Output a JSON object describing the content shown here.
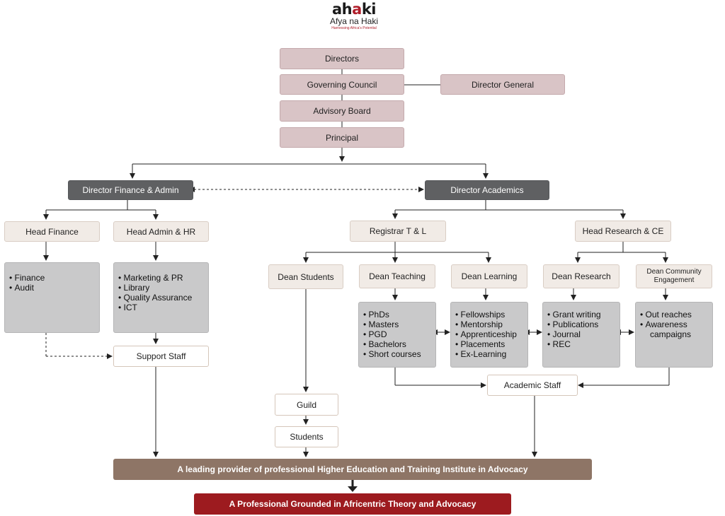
{
  "logo": {
    "word_prefix": "ah",
    "word_accent": "a",
    "word_suffix": "ki",
    "subtitle": "Afya na Haki",
    "tagline": "Harnessing Africa's Potential"
  },
  "governance": {
    "directors": "Directors",
    "governing_council": "Governing Council",
    "director_general": "Director General",
    "advisory_board": "Advisory Board",
    "principal": "Principal"
  },
  "divisions": {
    "finance_admin": "Director Finance & Admin",
    "academics": "Director Academics"
  },
  "finance_admin": {
    "head_finance": "Head Finance",
    "head_admin_hr": "Head Admin & HR",
    "finance_items": [
      "Finance",
      "Audit"
    ],
    "admin_items": [
      "Marketing & PR",
      "Library",
      "Quality Assurance",
      "ICT"
    ],
    "support_staff": "Support Staff"
  },
  "academics": {
    "registrar": "Registrar T & L",
    "head_research": "Head Research & CE",
    "dean_students": "Dean Students",
    "dean_teaching": "Dean Teaching",
    "dean_learning": "Dean Learning",
    "dean_research": "Dean Research",
    "dean_community_line1": "Dean Community",
    "dean_community_line2": "Engagement",
    "teaching_items": [
      "PhDs",
      "Masters",
      "PGD",
      "Bachelors",
      "Short courses"
    ],
    "learning_items": [
      "Fellowships",
      "Mentorship",
      "Apprenticeship",
      "Placements",
      "Ex-Learning"
    ],
    "research_items": [
      "Grant writing",
      "Publications",
      "Journal",
      "REC"
    ],
    "community_items": [
      "Out reaches",
      "Awareness",
      "campaigns"
    ],
    "academic_staff": "Academic Staff",
    "guild": "Guild",
    "students": "Students"
  },
  "outcomes": {
    "mission": "A leading provider of professional Higher Education and Training Institute in Advocacy",
    "vision": "A Professional Grounded in Africentric Theory and Advocacy"
  },
  "colors": {
    "governance_box": "#d9c4c6",
    "director_box": "#5f6062",
    "head_box": "#f1ebe6",
    "list_box": "#c9c9ca",
    "mission_bar": "#8e7566",
    "vision_bar": "#9d1b1f",
    "brand_accent": "#b01e2a"
  }
}
